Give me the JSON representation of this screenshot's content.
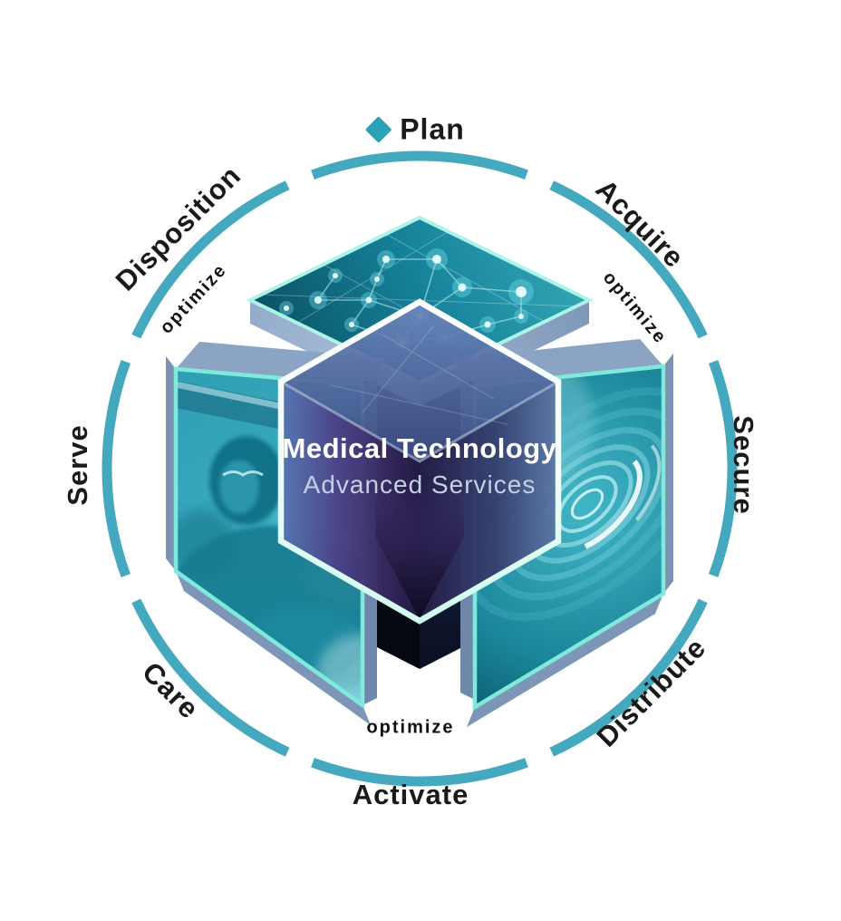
{
  "title_block": {
    "title": "Medical Technology",
    "subtitle": "Advanced Services"
  },
  "ring": {
    "segments": 8,
    "items": [
      {
        "label": "Plan",
        "position": "top"
      },
      {
        "label": "Acquire",
        "position": "top-right"
      },
      {
        "label": "Secure",
        "position": "right"
      },
      {
        "label": "Distribute",
        "position": "bottom-right"
      },
      {
        "label": "Activate",
        "position": "bottom"
      },
      {
        "label": "Care",
        "position": "bottom-left"
      },
      {
        "label": "Serve",
        "position": "left"
      },
      {
        "label": "Disposition",
        "position": "top-left"
      }
    ]
  },
  "optimize_labels": [
    {
      "label": "optimize",
      "position": "upper-left"
    },
    {
      "label": "optimize",
      "position": "upper-right"
    },
    {
      "label": "optimize",
      "position": "bottom"
    }
  ],
  "icons": {
    "plan_marker": "diamond"
  },
  "colors": {
    "ring": "#44A9BE",
    "plan_diamond": "#2AA2B8",
    "label_text": "#1A1A1A",
    "panel_border": "#7FE9DC",
    "hexagon_border": "#EFFFFB",
    "lid_surface": "#117186",
    "core_navy": "#0C1222",
    "purple_face": "#4B3F82",
    "center_title": "#FFFFFF",
    "center_subtitle": "#C4CFE0"
  }
}
